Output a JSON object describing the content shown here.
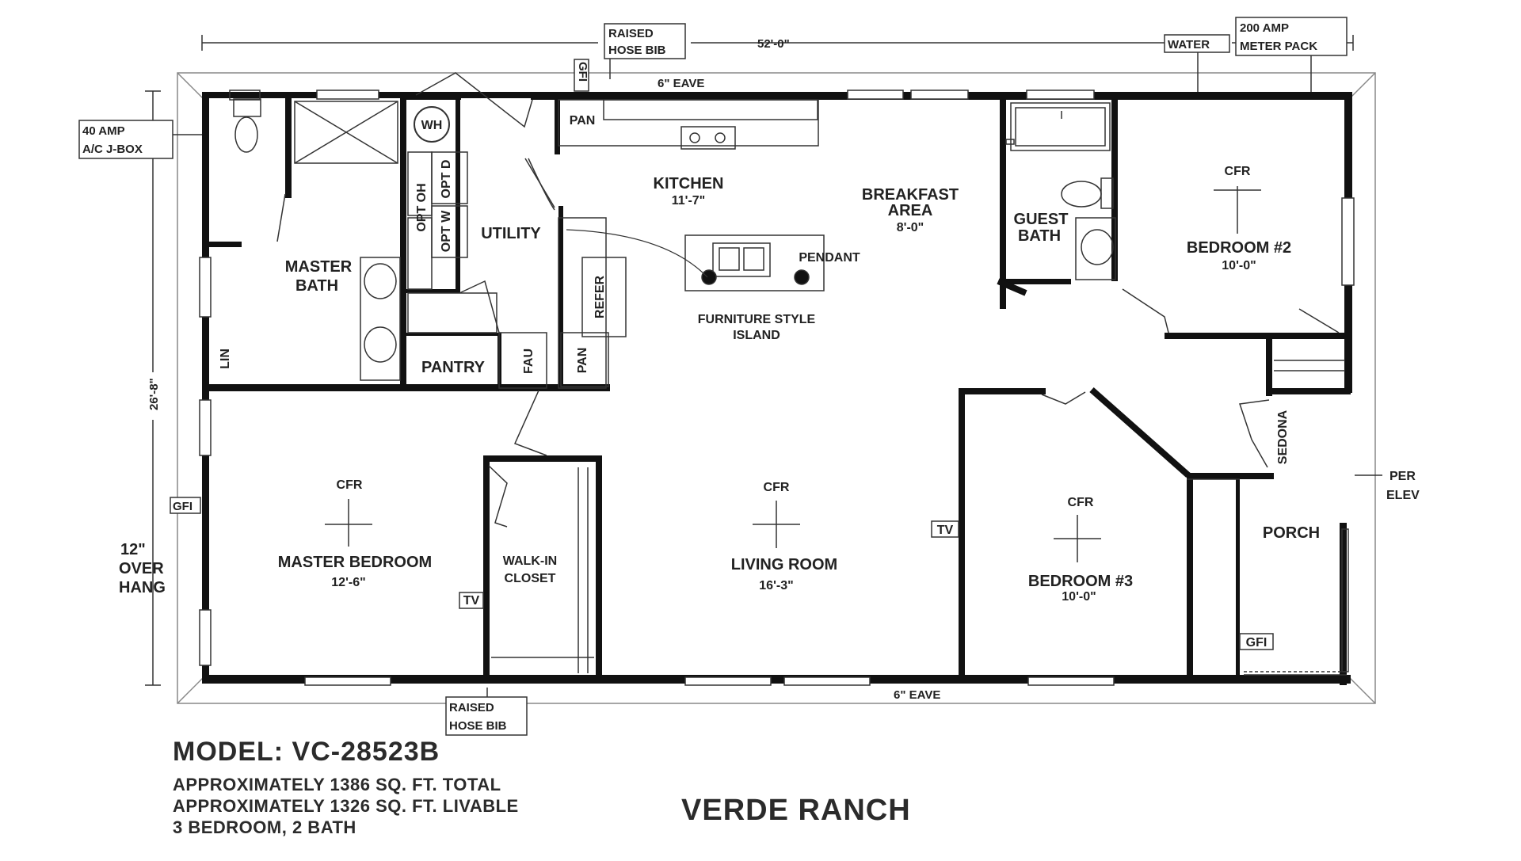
{
  "top_notes": {
    "raised_hose_bib_top": [
      "RAISED",
      "HOSE BIB"
    ],
    "gfi_top": "GFI",
    "overall_width": "52'-0\"",
    "water": "WATER",
    "meter_pack": [
      "200 AMP",
      "METER PACK"
    ],
    "eave_top": "6\" EAVE",
    "ac_box": [
      "40 AMP",
      "A/C J-BOX"
    ]
  },
  "side_notes": {
    "overall_depth": "26'-8\"",
    "gfi_left": "GFI",
    "overhang": [
      "12\"",
      "OVER",
      "HANG"
    ],
    "per_elev": [
      "PER",
      "ELEV"
    ]
  },
  "bottom_notes": {
    "raised_hose_bib_bottom": [
      "RAISED",
      "HOSE BIB"
    ],
    "eave_bottom": "6\" EAVE"
  },
  "rooms": {
    "master_bath": [
      "MASTER",
      "BATH"
    ],
    "lin": "LIN",
    "wh": "WH",
    "opt_oh": "OPT OH",
    "opt_d": "OPT D",
    "opt_w": "OPT W",
    "utility": "UTILITY",
    "pantry": "PANTRY",
    "fau": "FAU",
    "pan_top": "PAN",
    "pan_bottom": "PAN",
    "refer": "REFER",
    "kitchen": "KITCHEN",
    "kitchen_dim": "11'-7\"",
    "breakfast": [
      "BREAKFAST",
      "AREA"
    ],
    "breakfast_dim": "8'-0\"",
    "pendant": "PENDANT",
    "island": [
      "FURNITURE STYLE",
      "ISLAND"
    ],
    "guest_bath": [
      "GUEST",
      "BATH"
    ],
    "bedroom2": "BEDROOM #2",
    "bedroom2_dim": "10'-0\"",
    "cfr": "CFR",
    "master_bedroom": "MASTER BEDROOM",
    "master_bedroom_dim": "12'-6\"",
    "walkin": [
      "WALK-IN",
      "CLOSET"
    ],
    "tv": "TV",
    "living_room": "LIVING ROOM",
    "living_room_dim": "16'-3\"",
    "bedroom3": "BEDROOM #3",
    "bedroom3_dim": "10'-0\"",
    "sedona": "SEDONA",
    "porch": "PORCH",
    "gfi_porch": "GFI"
  },
  "footer": {
    "model": "MODEL: VC-28523B",
    "total": "APPROXIMATELY 1386 SQ. FT. TOTAL",
    "livable": "APPROXIMATELY 1326 SQ. FT. LIVABLE",
    "beds_baths": "3 BEDROOM, 2 BATH",
    "plan_name": "VERDE RANCH"
  }
}
